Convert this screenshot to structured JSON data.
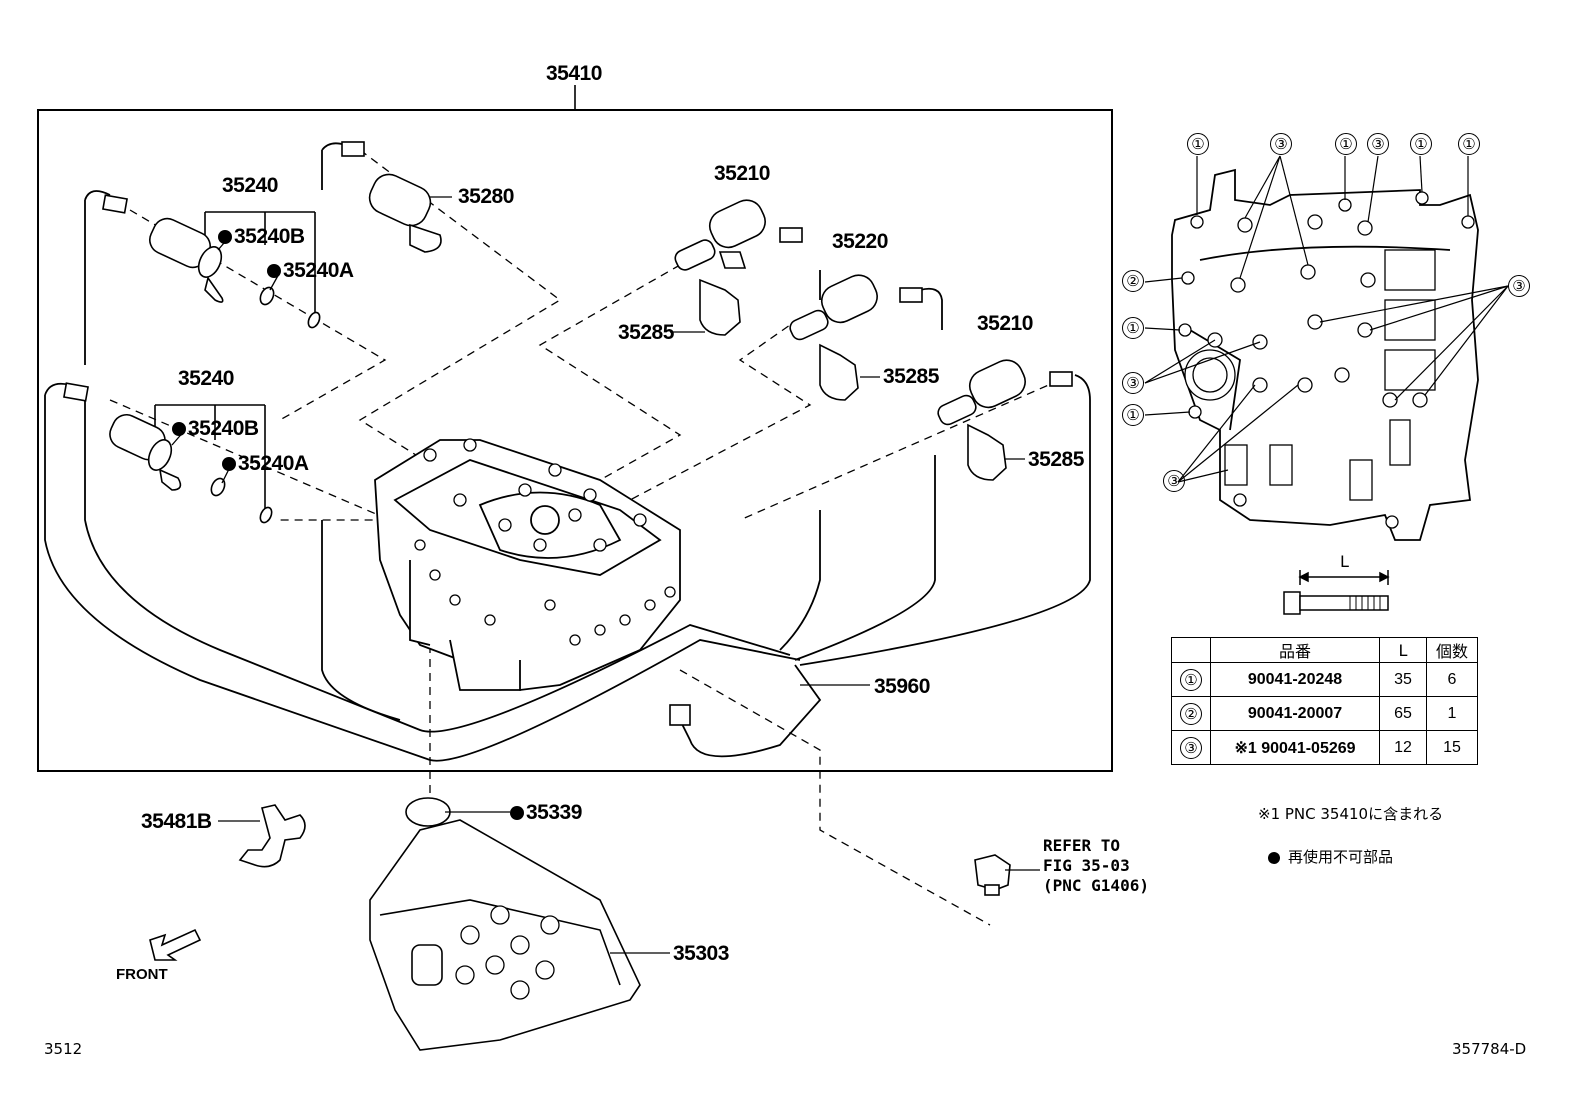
{
  "labels": {
    "assy": "35410",
    "sol1": "35240",
    "sol1b": "35240B",
    "sol1a": "35240A",
    "sol2": "35240",
    "sol2b": "35240B",
    "sol2a": "35240A",
    "p35280": "35280",
    "p35210a": "35210",
    "p35220": "35220",
    "p35285a": "35285",
    "p35285b": "35285",
    "p35210b": "35210",
    "p35285c": "35285",
    "p35960": "35960",
    "p35481b": "35481B",
    "p35339": "35339",
    "p35303": "35303",
    "front": "FRONT",
    "refer": "REFER TO\nFIG 35-03\n(PNC G1406)",
    "page_num": "3512",
    "fig_id": "357784-D",
    "dim_l": "L"
  },
  "callouts": [
    "①",
    "③",
    "①",
    "③",
    "①",
    "①",
    "②",
    "①",
    "③",
    "①",
    "③",
    "③"
  ],
  "table": {
    "headers": [
      "",
      "品番",
      "L",
      "個数"
    ],
    "rows": [
      {
        "no": "①",
        "part": "90041-20248",
        "l": "35",
        "qty": "6"
      },
      {
        "no": "②",
        "part": "90041-20007",
        "l": "65",
        "qty": "1"
      },
      {
        "no": "③",
        "part": "※1 90041-05269",
        "l": "12",
        "qty": "15"
      }
    ]
  },
  "notes": {
    "note1": "※1 PNC 35410に含まれる",
    "note2": "再使用不可部品"
  }
}
